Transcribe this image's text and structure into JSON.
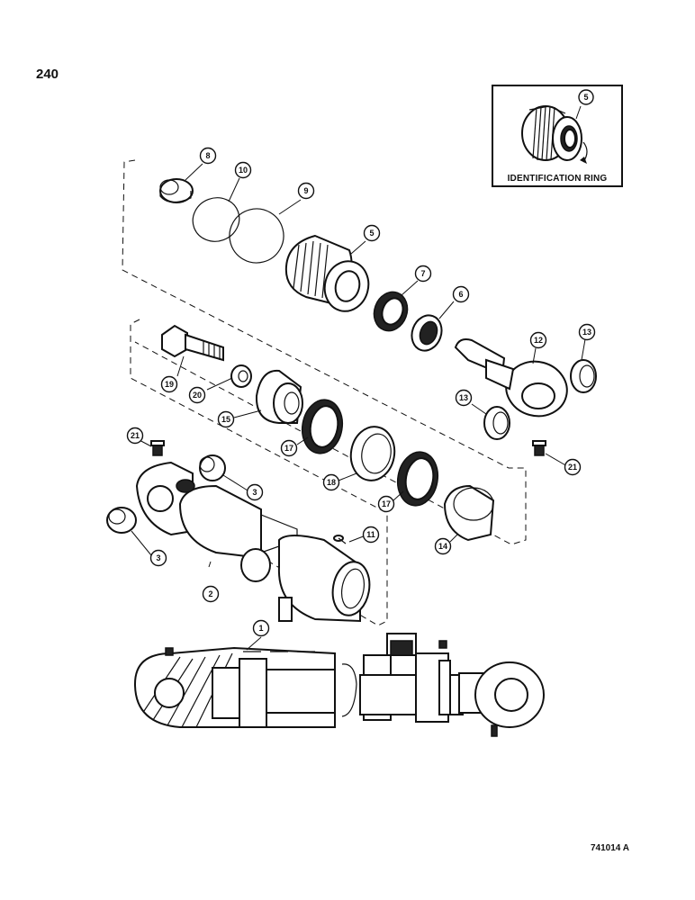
{
  "page_number": "240",
  "figure_code": "741014 A",
  "inset": {
    "caption": "IDENTIFICATION RING",
    "callout": "5"
  },
  "callouts": {
    "c1": "1",
    "c2": "2",
    "c3a": "3",
    "c3b": "3",
    "c5": "5",
    "c6": "6",
    "c7": "7",
    "c8": "8",
    "c9": "9",
    "c10": "10",
    "c11": "11",
    "c12": "12",
    "c13a": "13",
    "c13b": "13",
    "c14": "14",
    "c15": "15",
    "c17a": "17",
    "c17b": "17",
    "c18": "18",
    "c19": "19",
    "c20": "20",
    "c21a": "21",
    "c21b": "21"
  }
}
